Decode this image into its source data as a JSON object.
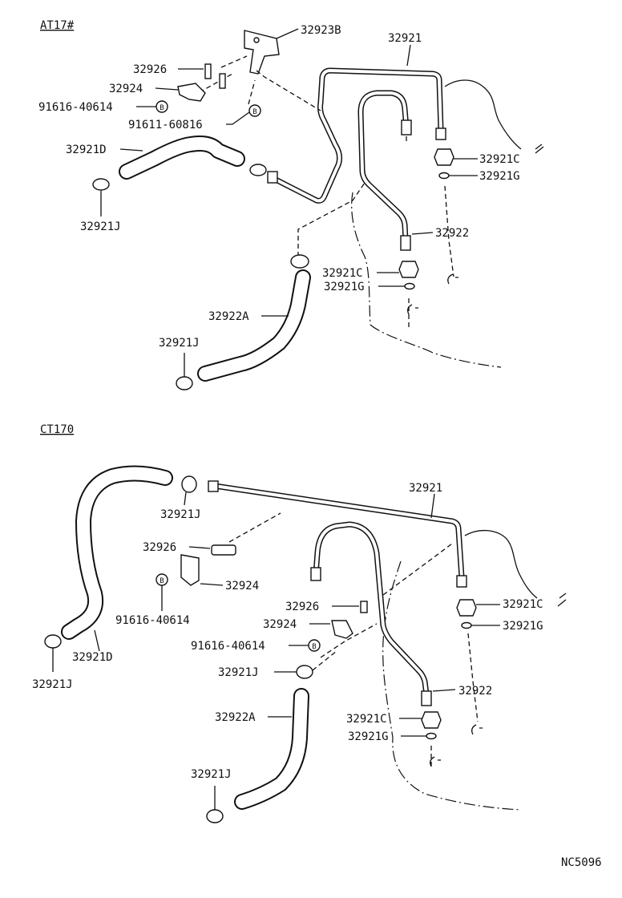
{
  "sections": [
    {
      "header": "AT17#",
      "labels": {
        "p32923b": "32923B",
        "p32921": "32921",
        "p32926": "32926",
        "p32924": "32924",
        "b91616": "91616-40614",
        "b91611": "91611-60816",
        "p32921d": "32921D",
        "p32921c_a": "32921C",
        "p32921g_a": "32921G",
        "p32921j_a": "32921J",
        "p32922": "32922",
        "p32921c_b": "32921C",
        "p32921g_b": "32921G",
        "p32922a": "32922A",
        "p32921j_b": "32921J"
      }
    },
    {
      "header": "CT170",
      "labels": {
        "p32921": "32921",
        "p32921j_a": "32921J",
        "p32926_a": "32926",
        "p32924_a": "32924",
        "b91616_a": "91616-40614",
        "p32921d": "32921D",
        "p32921j_b": "32921J",
        "p32921c_a": "32921C",
        "p32921g_a": "32921G",
        "p32926_b": "32926",
        "p32924_b": "32924",
        "b91616_b": "91616-40614",
        "p32921j_c": "32921J",
        "p32922": "32922",
        "p32921c_b": "32921C",
        "p32921g_b": "32921G",
        "p32922a": "32922A",
        "p32921j_d": "32921J"
      }
    }
  ],
  "bolt_marker": "B",
  "figure_code": "NC5096"
}
